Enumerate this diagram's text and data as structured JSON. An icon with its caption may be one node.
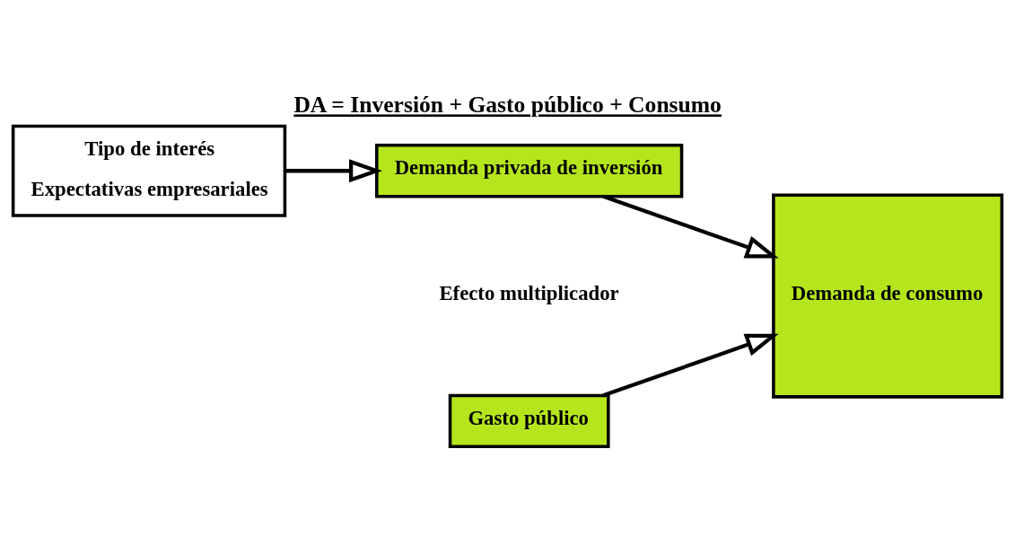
{
  "diagram": {
    "title": "DA = Inversión + Gasto público + Consumo",
    "nodes": [
      {
        "text": [
          "Tipo de interés",
          "Expectativas empresariales"
        ]
      },
      {
        "text": [
          "Demanda privada de inversión"
        ]
      },
      {
        "text": [
          "Gasto público"
        ]
      },
      {
        "text": [
          "Demanda de consumo"
        ]
      }
    ],
    "edges": [
      {
        "from": 0,
        "to": 1,
        "arrow": "to"
      },
      {
        "from": 1,
        "to": 3,
        "arrow": "to"
      },
      {
        "from": 2,
        "to": 3,
        "arrow": "to"
      }
    ],
    "labels": [
      "Efecto multiplicador"
    ]
  }
}
